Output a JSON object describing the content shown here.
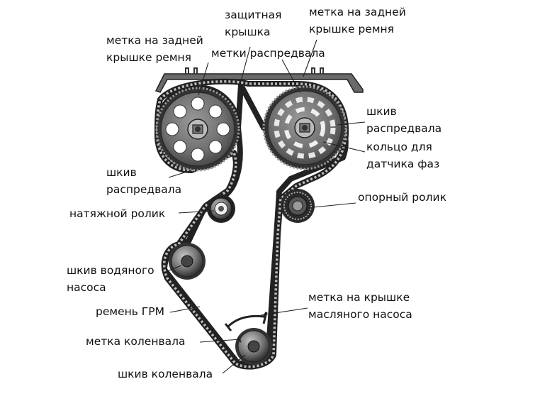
{
  "labels": {
    "cover": [
      "защитная",
      "крышка"
    ],
    "rear_mark_right": [
      "метка на задней",
      "крышке ремня"
    ],
    "rear_mark_left": [
      "метка на задней",
      "крышке ремня"
    ],
    "cam_marks": "метки распредвала",
    "cam_pulley_right": [
      "шкив",
      "распредвала"
    ],
    "phase_ring": [
      "кольцо для",
      "датчика фаз"
    ],
    "cam_pulley_left": [
      "шкив",
      "распредвала"
    ],
    "support_roller": "опорный ролик",
    "tensioner": "натяжной ролик",
    "water_pump": [
      "шкив водяного",
      "насоса"
    ],
    "oil_pump_mark": [
      "метка на крышке",
      "масляного насоса"
    ],
    "belt": "ремень ГРМ",
    "crank_mark": "метка коленвала",
    "crank_pulley": "шкив коленвала"
  }
}
